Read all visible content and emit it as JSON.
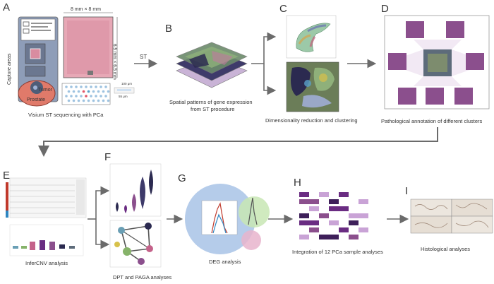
{
  "panels": {
    "A": {
      "letter": "A",
      "size_h": "8 mm × 8 mm",
      "size_v": "6.5 mm × 6.5 mm",
      "side_label": "Capture areas",
      "tumor": "Tumor",
      "prostate": "Prostate",
      "spot_label": "100 μm",
      "spot_label2": "55 μm",
      "caption": "Visium ST sequencing with PCa",
      "arrow_label": "ST"
    },
    "B": {
      "letter": "B",
      "caption_line1": "Spatial patterns of gene expression",
      "caption_line2": "from ST procedure"
    },
    "C": {
      "letter": "C",
      "caption": "Dimensionality reduction and clustering"
    },
    "D": {
      "letter": "D",
      "caption": "Pathological annotation of different clusters"
    },
    "E": {
      "letter": "E",
      "caption": "InferCNV analysis"
    },
    "F": {
      "letter": "F",
      "caption": "DPT and PAGA analyses"
    },
    "G": {
      "letter": "G",
      "caption": "DEG analysis"
    },
    "H": {
      "letter": "H",
      "caption": "Integration of 12 PCa sample analyses"
    },
    "I": {
      "letter": "I",
      "caption": "Histological analyses"
    }
  },
  "colors": {
    "arrow": "#6b6b6b",
    "tissue": "#d98ca0",
    "heat": "#6a2c82",
    "circle_blue": "#a8c3e6",
    "circle_green": "#c8e6b4",
    "circle_pink": "#e8b4cc"
  }
}
